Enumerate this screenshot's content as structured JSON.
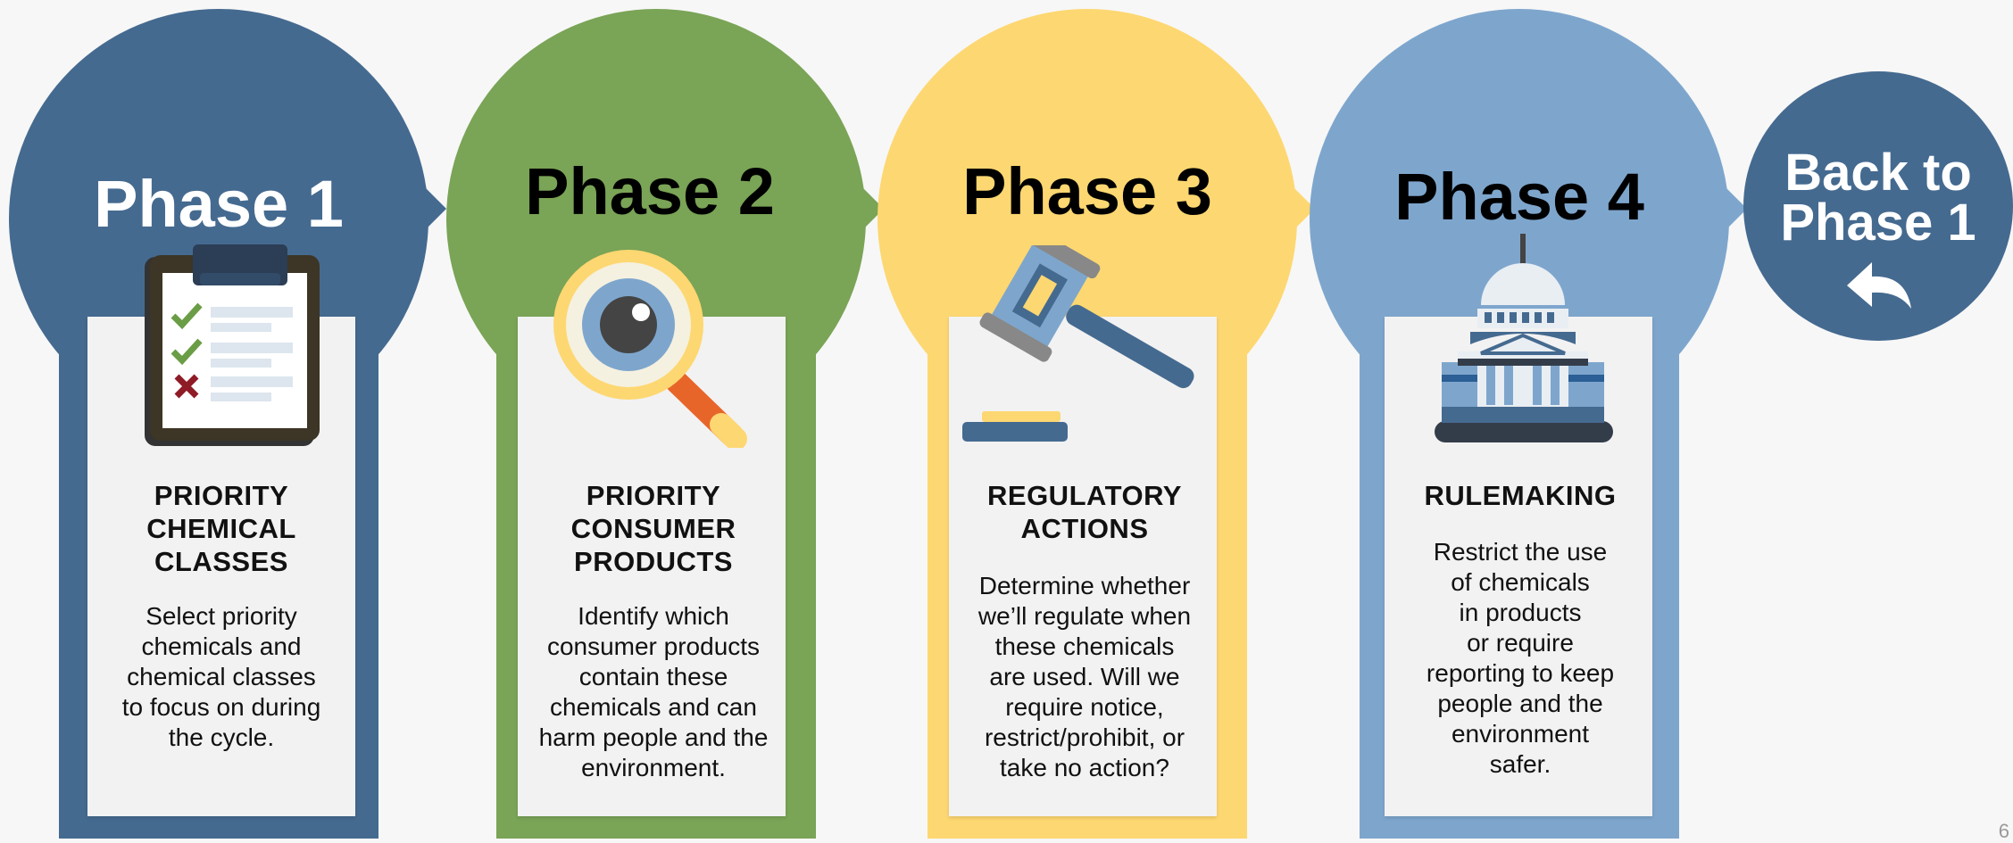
{
  "phases": [
    {
      "title": "Phase 1",
      "heading": "PRIORITY\nCHEMICAL\nCLASSES",
      "description": "Select priority\nchemicals and\nchemical classes\nto focus on during\nthe cycle.",
      "color": "#456a90",
      "title_color": "#ffffff",
      "icon": "clipboard-checklist-icon"
    },
    {
      "title": "Phase 2",
      "heading": "PRIORITY\nCONSUMER\nPRODUCTS",
      "description": "Identify which\nconsumer products\ncontain these\nchemicals and can\nharm people and the\nenvironment.",
      "color": "#7aa456",
      "title_color": "#000000",
      "icon": "magnifying-glass-icon"
    },
    {
      "title": "Phase 3",
      "heading": "REGULATORY\nACTIONS",
      "description": "Determine whether\nwe’ll regulate when\nthese chemicals\nare used. Will we\nrequire notice,\nrestrict/prohibit, or\ntake no action?",
      "color": "#fdd771",
      "title_color": "#000000",
      "icon": "gavel-icon"
    },
    {
      "title": "Phase 4",
      "heading": "RULEMAKING",
      "description": "Restrict the use\nof chemicals\nin products\nor require\nreporting to keep\npeople and the\nenvironment\nsafer.",
      "color": "#7ea6cd",
      "title_color": "#000000",
      "icon": "capitol-building-icon"
    }
  ],
  "back_button": {
    "label": "Back to\nPhase 1",
    "color": "#456a90",
    "icon": "return-arrow-icon"
  },
  "page_number": "6"
}
